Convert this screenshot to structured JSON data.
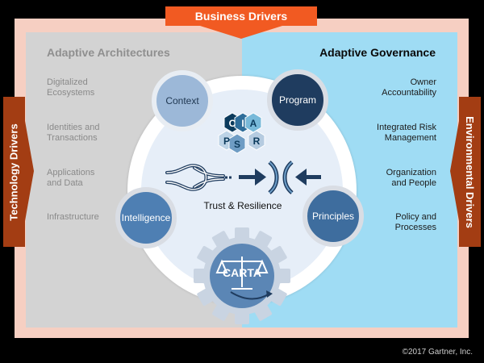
{
  "header": {
    "business_drivers": "Business Drivers"
  },
  "sides": {
    "technology_drivers": "Technology Drivers",
    "environmental_drivers": "Environmental Drivers"
  },
  "left_panel": {
    "title": "Adaptive Architectures",
    "items": [
      "Digitalized\nEcosystems",
      "Identities and\nTransactions",
      "Applications\nand Data",
      "Infrastructure"
    ]
  },
  "right_panel": {
    "title": "Adaptive Governance",
    "items": [
      "Owner\nAccountability",
      "Integrated Risk\nManagement",
      "Organization\nand People",
      "Policy and\nProcesses"
    ]
  },
  "center": {
    "nodes": {
      "context": "Context",
      "program": "Program",
      "intelligence": "Intelligence",
      "principles": "Principles"
    },
    "ciapsr_letters": [
      "C",
      "I",
      "A",
      "P",
      "S",
      "R"
    ],
    "caption": "Trust & Resilience",
    "gear_label": "CARTA"
  },
  "footer": {
    "copyright": "©2017 Gartner, Inc."
  },
  "colors": {
    "banner_orange": "#f15a22",
    "side_tab": "#a33d13",
    "left_panel": "#d3d3d3",
    "right_panel": "#9fdcf4",
    "navy": "#1f3c5f",
    "mid_blue": "#4e7fb3"
  },
  "icons": [
    "knot-icon",
    "converging-arrows-icon",
    "gear-icon",
    "scales-icon",
    "hexagon-cluster-icon"
  ]
}
